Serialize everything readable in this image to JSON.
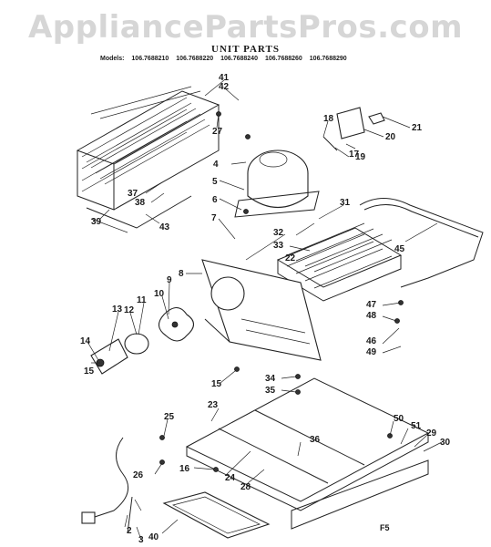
{
  "watermark": "AppliancePartsPros.com",
  "title": "UNIT PARTS",
  "models": {
    "label": "Models:",
    "list": [
      "106.7688210",
      "106.7688220",
      "106.7688240",
      "106.7688260",
      "106.7688290"
    ]
  },
  "figure_code": "F5",
  "callouts": [
    "2",
    "3",
    "4",
    "5",
    "6",
    "7",
    "8",
    "9",
    "10",
    "11",
    "12",
    "13",
    "14",
    "15",
    "15",
    "16",
    "17",
    "18",
    "19",
    "20",
    "21",
    "22",
    "23",
    "24",
    "25",
    "26",
    "27",
    "28",
    "29",
    "30",
    "31",
    "32",
    "33",
    "34",
    "35",
    "36",
    "37",
    "38",
    "39",
    "40",
    "41",
    "42",
    "43",
    "45",
    "46",
    "47",
    "48",
    "49",
    "50",
    "51"
  ]
}
